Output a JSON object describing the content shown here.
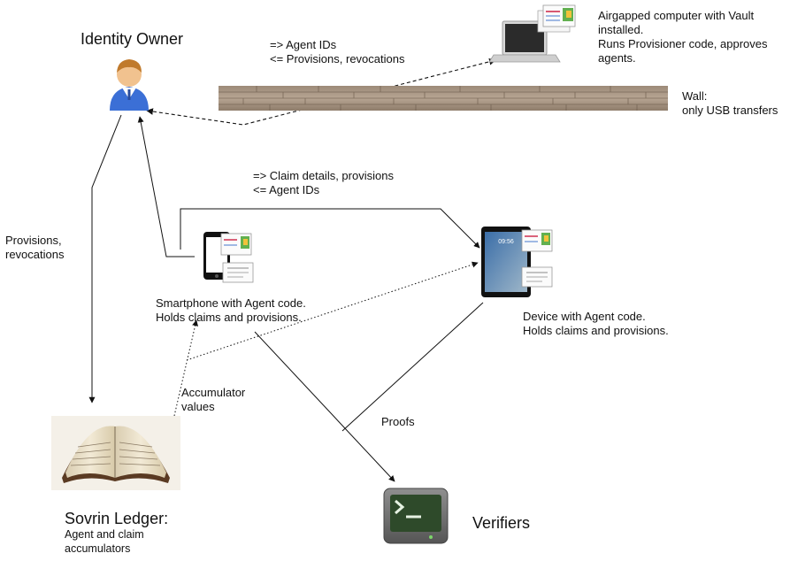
{
  "nodes": {
    "identity_owner": {
      "title": "Identity Owner"
    },
    "airgapped": {
      "lines": [
        "Airgapped computer with Vault",
        "installed.",
        "Runs Provisioner code, approves",
        "agents."
      ]
    },
    "wall": {
      "lines": [
        "Wall:",
        "only USB transfers"
      ]
    },
    "smartphone": {
      "lines": [
        "Smartphone with Agent code.",
        "Holds claims and provisions."
      ]
    },
    "device": {
      "lines": [
        "Device with Agent code.",
        "Holds claims and provisions."
      ]
    },
    "ledger": {
      "title": "Sovrin Ledger:",
      "lines": [
        "Agent and claim",
        "accumulators"
      ]
    },
    "verifiers": {
      "title": "Verifiers"
    }
  },
  "edges": {
    "owner_vault": {
      "lines": [
        "=> Agent IDs",
        "<= Provisions, revocations"
      ]
    },
    "owner_agents": {
      "lines": [
        "=> Claim details, provisions",
        "<= Agent IDs"
      ]
    },
    "owner_ledger": {
      "lines": [
        "Provisions,",
        "revocations"
      ]
    },
    "ledger_agents": {
      "lines": [
        "Accumulator",
        "values"
      ]
    },
    "agents_verifiers": {
      "label": "Proofs"
    }
  },
  "icons": {
    "person": "person-icon",
    "laptop": "laptop-icon",
    "wall": "brick-wall-image",
    "phone": "smartphone-icon",
    "tablet": "tablet-icon",
    "ledger": "ledger-book-image",
    "terminal": "terminal-icon",
    "certificate": "certificate-icon"
  },
  "colors": {
    "line": "#111111",
    "shirt": "#3b6fd6",
    "hair": "#c07a2c",
    "terminal": "#2e4a2a"
  }
}
